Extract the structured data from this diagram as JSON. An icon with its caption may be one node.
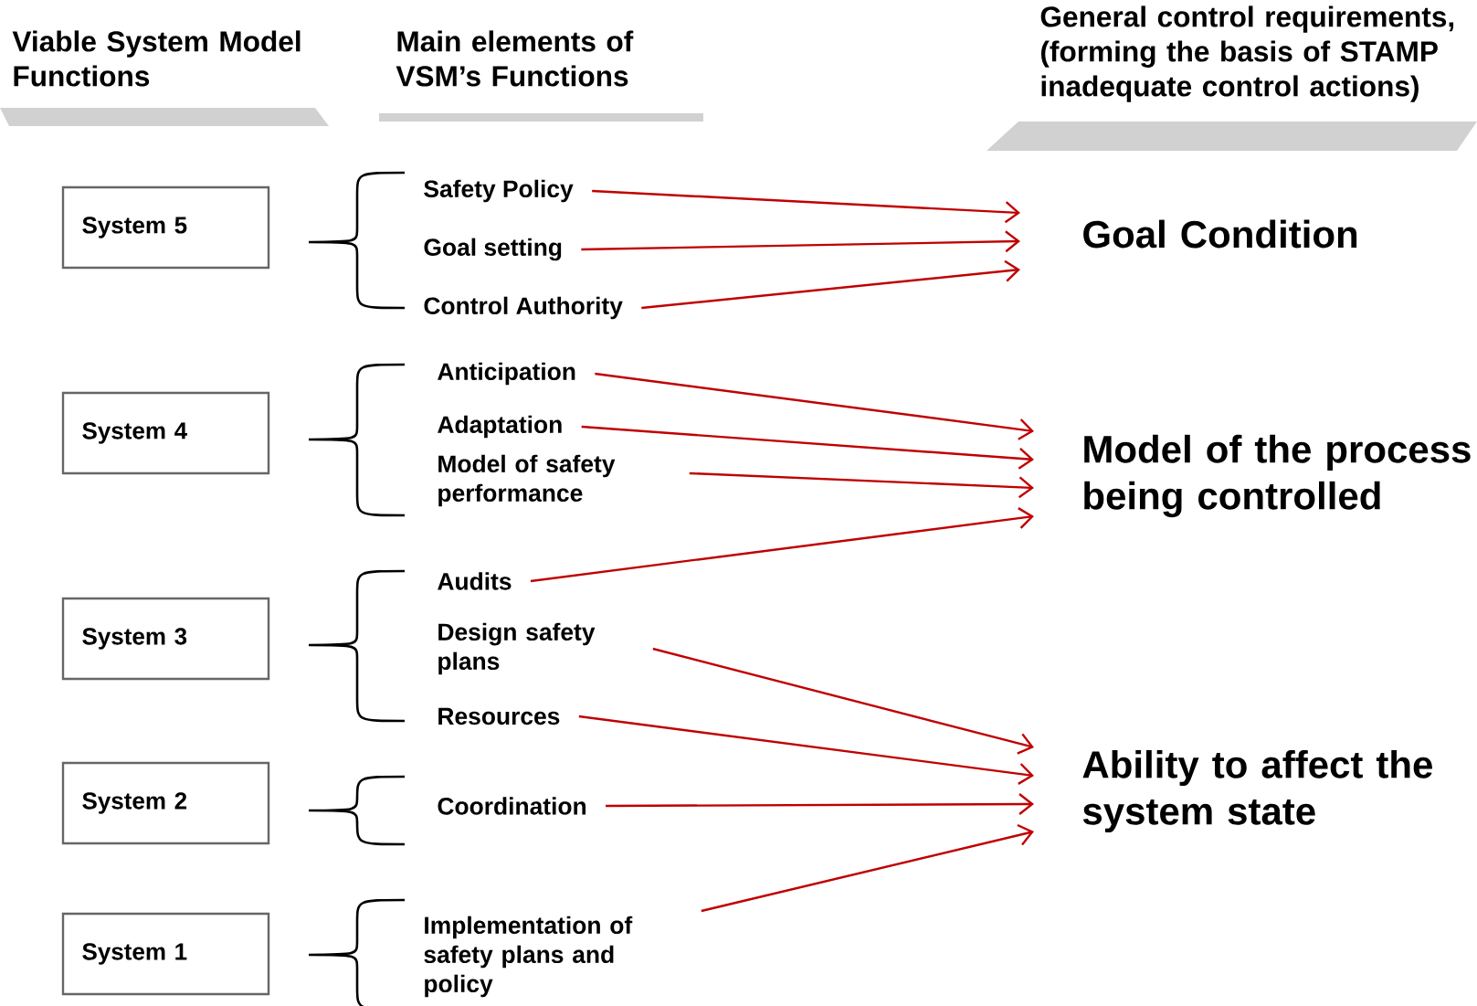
{
  "diagram": {
    "nodes": [
      {
        "text": [
          "System 5"
        ]
      },
      {
        "text": [
          "System 4"
        ]
      },
      {
        "text": [
          "System 3"
        ]
      },
      {
        "text": [
          "System 2"
        ]
      },
      {
        "text": [
          "System 1"
        ]
      },
      {
        "text": [
          "Safety Policy"
        ]
      },
      {
        "text": [
          "Goal setting"
        ]
      },
      {
        "text": [
          "Control Authority"
        ]
      },
      {
        "text": [
          "Anticipation"
        ]
      },
      {
        "text": [
          "Adaptation"
        ]
      },
      {
        "text": [
          "Model of safety performance"
        ]
      },
      {
        "text": [
          "Audits"
        ]
      },
      {
        "text": [
          "Design safety plans"
        ]
      },
      {
        "text": [
          "Resources"
        ]
      },
      {
        "text": [
          "Coordination"
        ]
      },
      {
        "text": [
          "Implementation of safety plans and policy"
        ]
      },
      {
        "text": [
          "Goal Condition"
        ]
      },
      {
        "text": [
          "Model of the process being controlled"
        ]
      },
      {
        "text": [
          "Ability to affect the system state"
        ]
      }
    ],
    "edges": [
      {
        "from": 5,
        "to": 16,
        "arrow": "to"
      },
      {
        "from": 6,
        "to": 16,
        "arrow": "to"
      },
      {
        "from": 7,
        "to": 16,
        "arrow": "to"
      },
      {
        "from": 8,
        "to": 17,
        "arrow": "to"
      },
      {
        "from": 9,
        "to": 17,
        "arrow": "to"
      },
      {
        "from": 10,
        "to": 17,
        "arrow": "to"
      },
      {
        "from": 11,
        "to": 17,
        "arrow": "to"
      },
      {
        "from": 12,
        "to": 18,
        "arrow": "to"
      },
      {
        "from": 13,
        "to": 18,
        "arrow": "to"
      },
      {
        "from": 14,
        "to": 18,
        "arrow": "to"
      },
      {
        "from": 15,
        "to": 18,
        "arrow": "to"
      }
    ],
    "labels": [
      "Viable System Model Functions",
      "Main elements of VSM’s Functions",
      "General control requirements, (forming the basis of STAMP inadequate control actions)"
    ]
  }
}
